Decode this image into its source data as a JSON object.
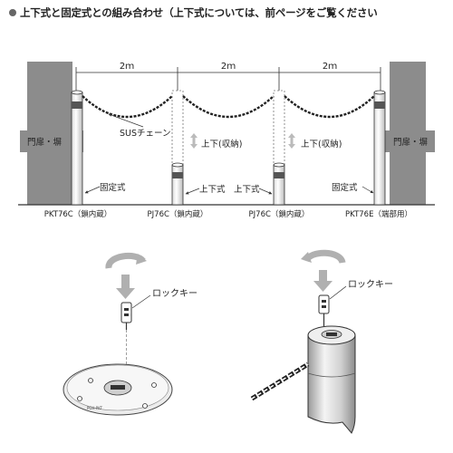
{
  "heading": "上下式と固定式との組み合わせ（上下式については、前ページをご覧ください",
  "dimensions": [
    "2ｍ",
    "2ｍ",
    "2ｍ"
  ],
  "wall_label": "門扉・塀",
  "chain_label": "SUSチェーン",
  "updown_label": "上下(収納)",
  "fixed_label": "固定式",
  "updown_type_label": "上下式",
  "models": [
    "PKT76C（鎖内蔵）",
    "PJ76C（鎖内蔵）",
    "PJ76C（鎖内蔵）",
    "PKT76E（端部用）"
  ],
  "lock_key_label": "ロックキー",
  "colors": {
    "wall": "#8c8c8c",
    "post": "#ffffff",
    "band": "#555555",
    "arrow_gray": "#b0b0b0"
  }
}
